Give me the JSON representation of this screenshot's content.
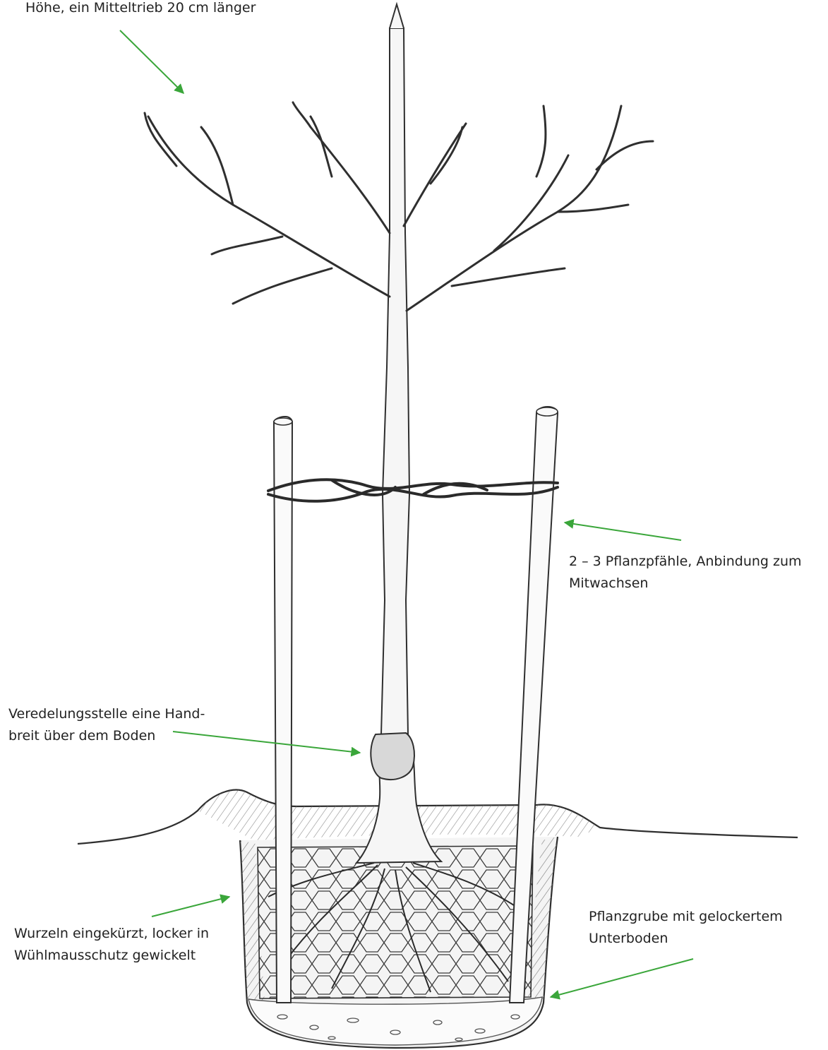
{
  "colors": {
    "pencil": "#3a3a3a",
    "pencil_light": "#9a9a9a",
    "arrow": "#3aa63a",
    "background": "#ffffff",
    "label_text": "#222222"
  },
  "labels": {
    "crown": [
      "Höhe, ein Mitteltrieb 20 cm länger"
    ],
    "stakes": [
      "2 – 3 Pflanzpfähle, Anbindung zum",
      "Mitwachsen"
    ],
    "graft": [
      "Veredelungsstelle eine Hand-",
      "breit über dem Boden"
    ],
    "roots": [
      "Wurzeln eingekürzt, locker in",
      "Wühlmausschutz gewickelt"
    ],
    "pit": [
      "Pflanzgrube mit gelockertem",
      "Unterboden"
    ]
  },
  "icons": {
    "pointer": "green-arrow-icon"
  }
}
